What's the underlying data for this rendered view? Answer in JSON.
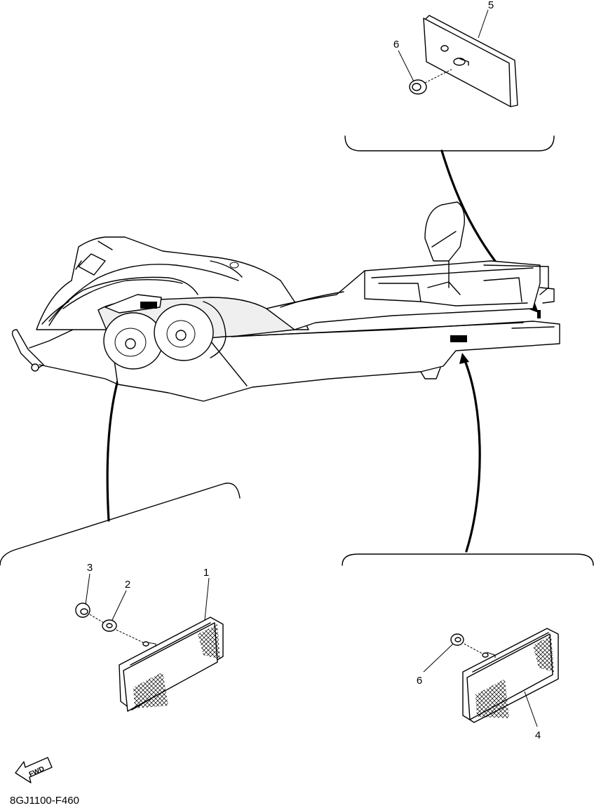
{
  "diagram": {
    "drawing_code": "8GJ1100-F460",
    "fwd_label": "FWD",
    "callouts": {
      "p1": "1",
      "p2": "2",
      "p3": "3",
      "p4": "4",
      "p5": "5",
      "p6_top": "6",
      "p6_right": "6"
    }
  }
}
